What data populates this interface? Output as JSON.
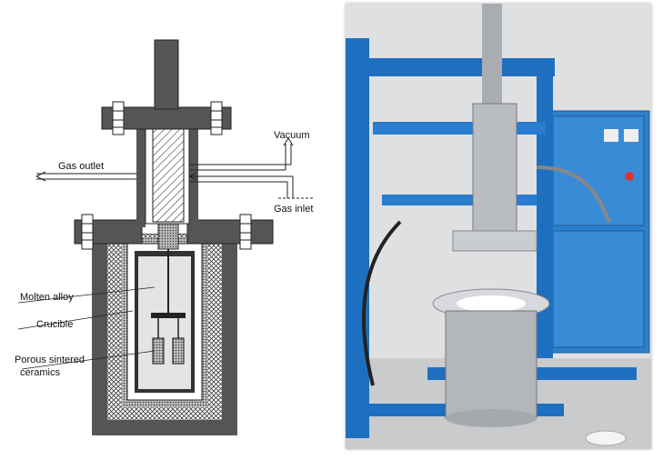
{
  "diagram": {
    "labels": {
      "vacuum": "Vacuum",
      "gas_outlet": "Gas outlet",
      "gas_inlet": "Gas inlet",
      "molten_alloy": "Molten alloy",
      "crucible": "Crucible",
      "porous_line1": "Porous sintered",
      "porous_line2": "ceramics"
    }
  },
  "photo": {
    "description_hidden": ""
  }
}
